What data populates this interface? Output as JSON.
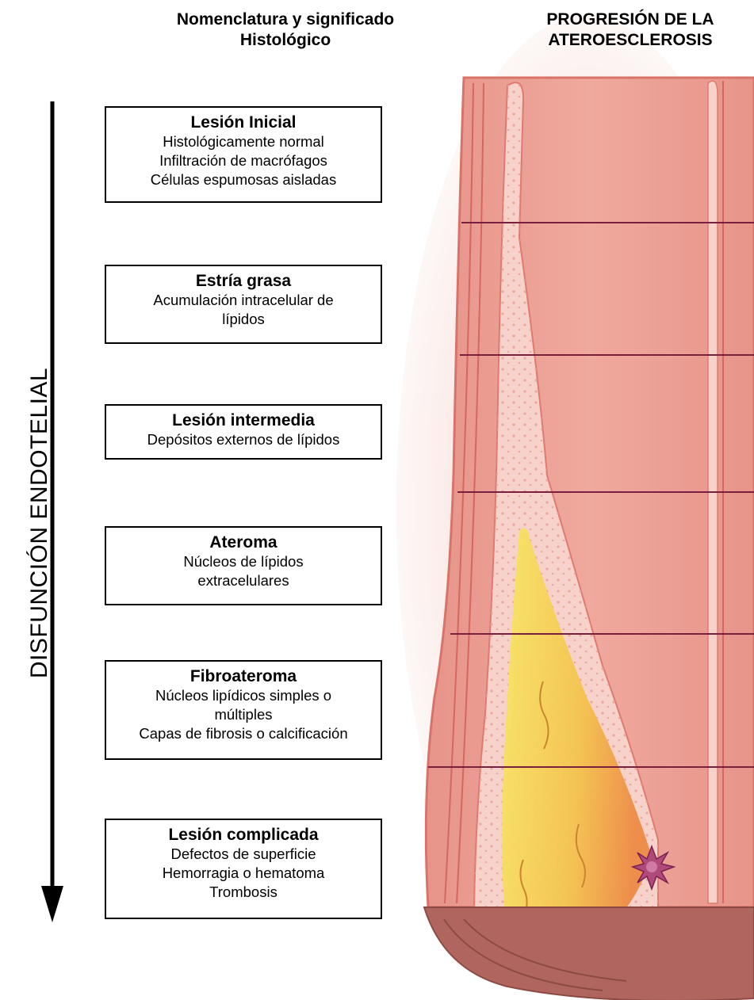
{
  "headers": {
    "left": [
      "Nomenclatura y significado",
      "Histológico"
    ],
    "right": [
      "PROGRESIÓN DE LA",
      "ATEROESCLEROSIS"
    ]
  },
  "side_label": "DISFUNCIÓN ENDOTELIAL",
  "stages": [
    {
      "title": "Lesión Inicial",
      "lines": [
        "Histológicamente normal",
        "Infiltración de macrófagos",
        "Células espumosas aisladas"
      ]
    },
    {
      "title": "Estría grasa",
      "lines": [
        "Acumulación intracelular de",
        "lípidos"
      ]
    },
    {
      "title": "Lesión intermedia",
      "lines": [
        "Depósitos externos de lípidos"
      ]
    },
    {
      "title": "Ateroma",
      "lines": [
        "Núcleos de lípidos",
        "extracelulares"
      ]
    },
    {
      "title": "Fibroateroma",
      "lines": [
        "Núcleos lipídicos simples o",
        "múltiples",
        "Capas de fibrosis o calcificación"
      ]
    },
    {
      "title": "Lesión complicada",
      "lines": [
        "Defectos de superficie",
        "Hemorragia o hematoma",
        "Trombosis"
      ]
    }
  ],
  "colors": {
    "artery_wall": "#eea79a",
    "artery_edge": "#d9736a",
    "intima": "#f7d6cf",
    "divider": "#7a1f3d",
    "lipid_core": "#f6dd55",
    "lipid_core_deep": "#f09a3e",
    "thrombus": "#b04a7a",
    "base": "#b0655e"
  },
  "icons": {
    "arrow": "down-arrow-icon",
    "thrombus": "thrombus-flower-icon"
  }
}
